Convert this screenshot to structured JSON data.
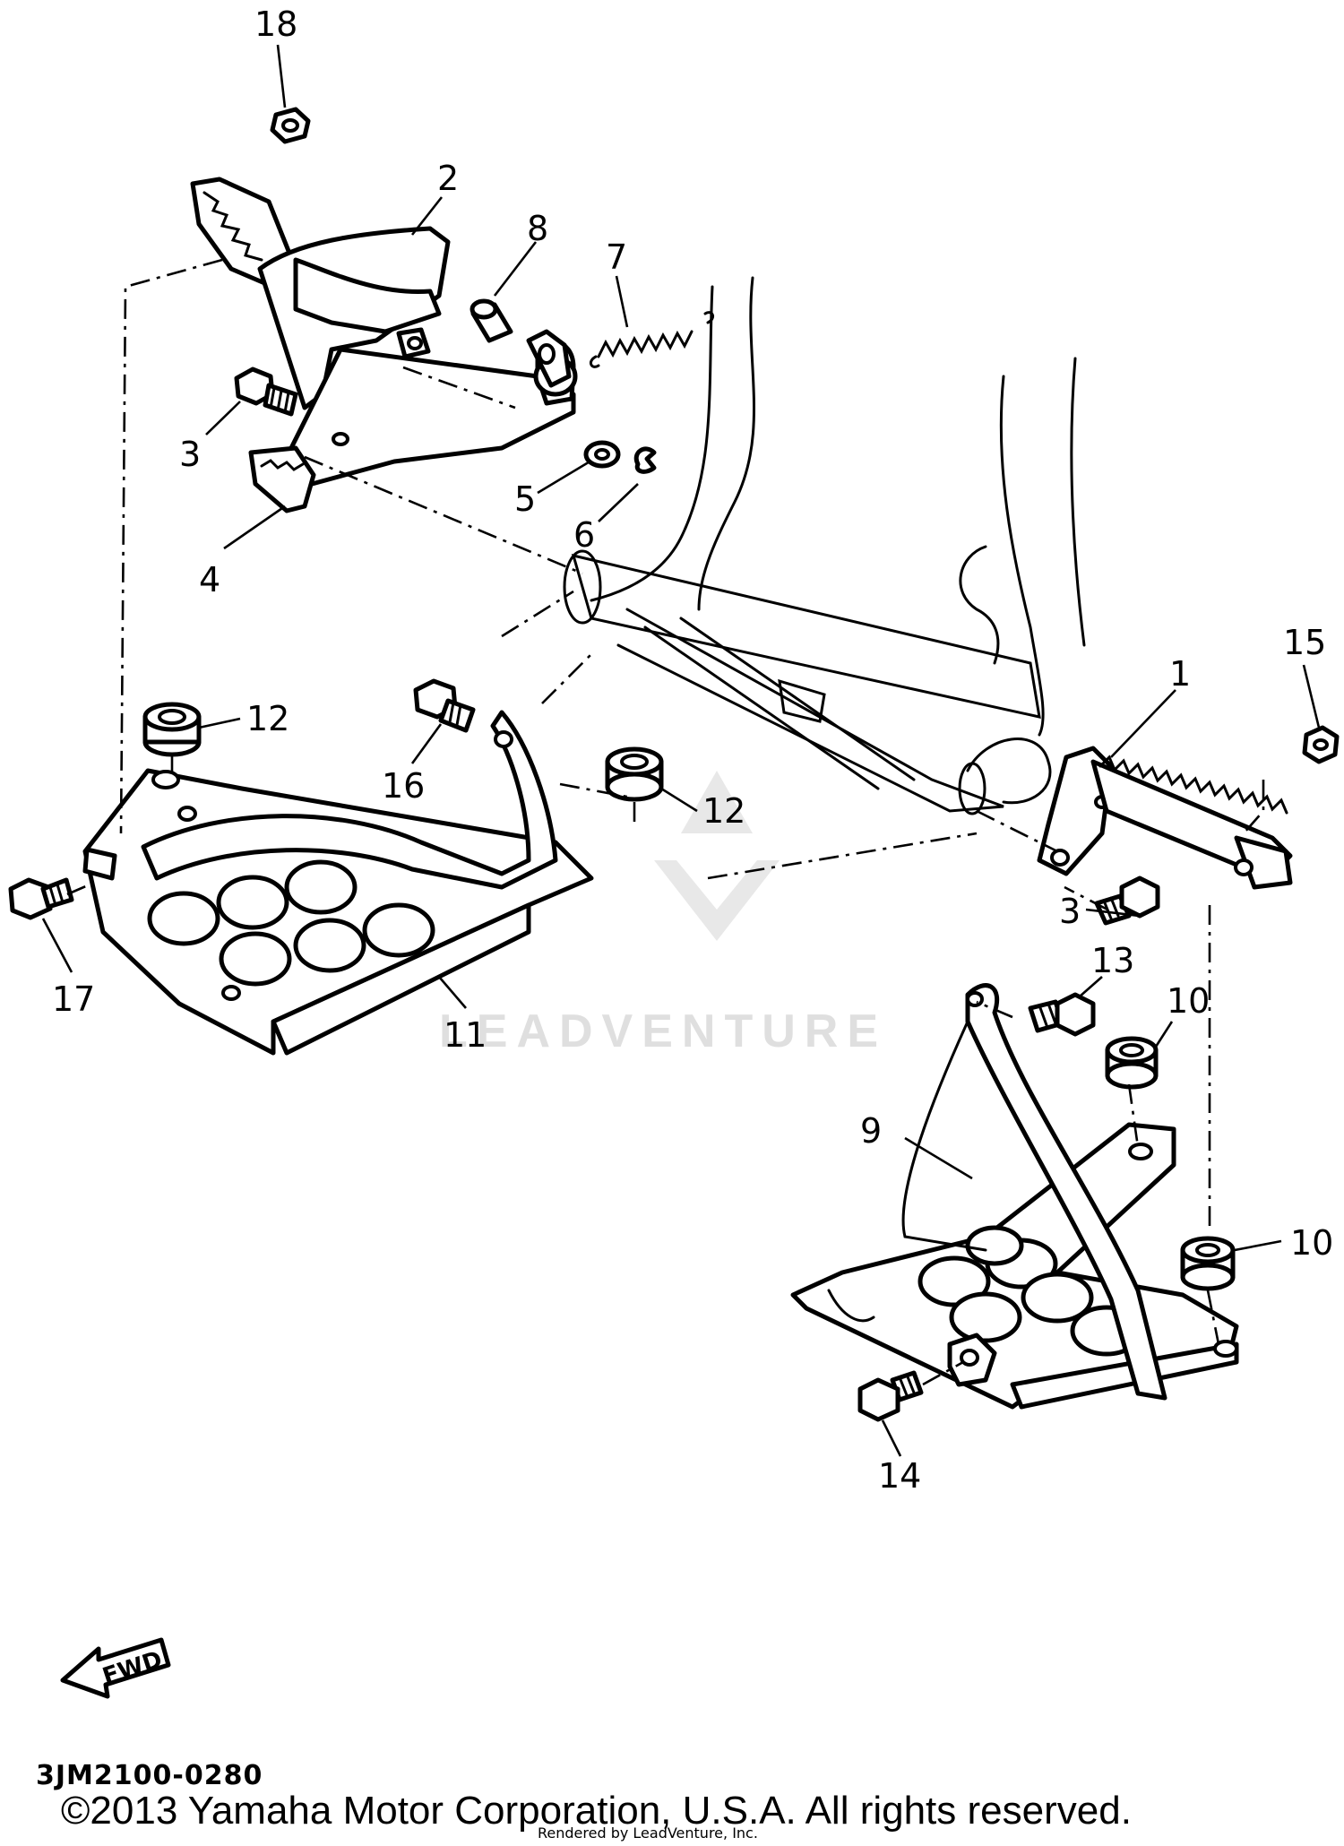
{
  "callouts": {
    "p1": "1",
    "p2": "2",
    "p3a": "3",
    "p3b": "3",
    "p4": "4",
    "p5": "5",
    "p6": "6",
    "p7": "7",
    "p8": "8",
    "p9": "9",
    "p10a": "10",
    "p10b": "10",
    "p11": "11",
    "p12a": "12",
    "p12b": "12",
    "p13": "13",
    "p14": "14",
    "p15": "15",
    "p16": "16",
    "p17": "17",
    "p18": "18"
  },
  "fwd_label": "FWD",
  "watermark": "LEADVENTURE",
  "diagram_code": "3JM2100-0280",
  "copyright": "©2013 Yamaha Motor Corporation, U.S.A. All rights reserved.",
  "rendered_by": "Rendered by LeadVenture, Inc."
}
